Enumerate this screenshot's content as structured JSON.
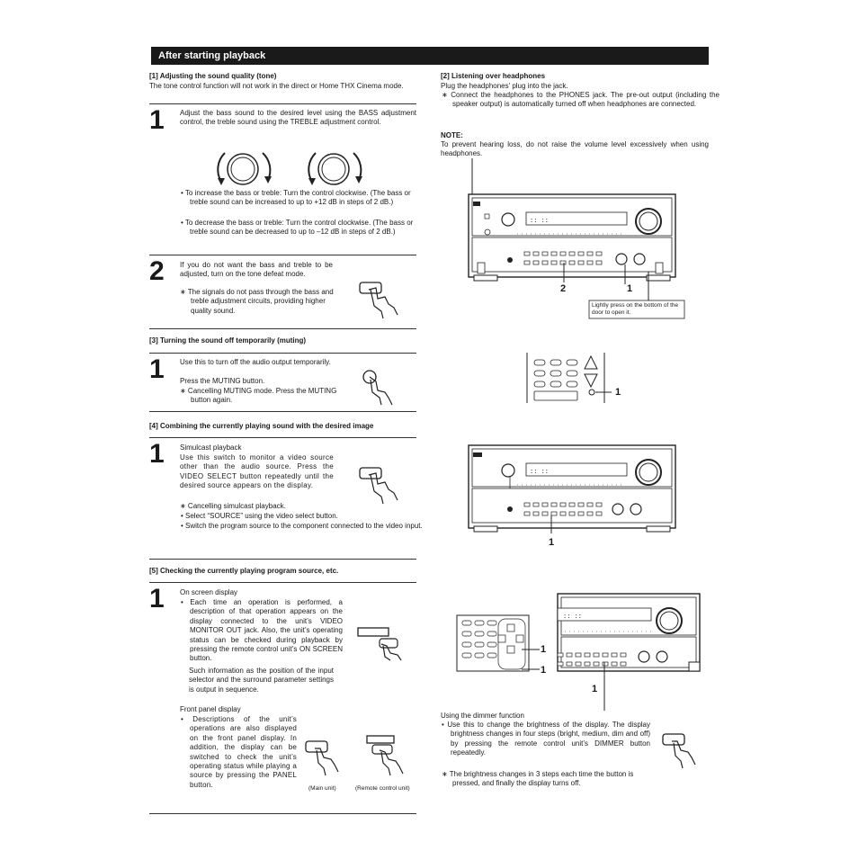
{
  "header": {
    "title": "After starting playback"
  },
  "s1": {
    "heading": "[1]  Adjusting the sound quality (tone)",
    "note": "The tone control function will not work in the direct or Home THX Cinema mode.",
    "step1": {
      "num": "1",
      "text": "Adjust the bass sound to the desired level using the BASS adjustment control, the treble sound using the TREBLE adjustment control.",
      "bullet1": "•  To increase the bass or treble: Turn the control clockwise. (The bass or treble sound can be increased to up to +12 dB in steps of 2 dB.)",
      "bullet2": "•  To decrease the bass or treble: Turn the control clockwise. (The bass or treble sound can be decreased to up to –12 dB in steps of 2 dB.)"
    },
    "step2": {
      "num": "2",
      "text": "If you do not want the bass and treble to be adjusted, turn on the tone defeat mode.",
      "note": "∗  The signals do not pass through the bass and treble adjustment circuits, providing higher quality sound."
    }
  },
  "s3": {
    "heading": "[3]  Turning the sound off temporarily (muting)",
    "num": "1",
    "text": "Use this to turn off the audio output temporarily.",
    "text2": "Press the MUTING button.",
    "note": "∗  Cancelling MUTING mode. Press the MUTING button again."
  },
  "s4": {
    "heading": "[4]  Combining the currently playing sound with the desired image",
    "num": "1",
    "title": "Simulcast playback",
    "text": "Use this switch to monitor a video source other than the audio source. Press the VIDEO SELECT button repeatedly until the desired source appears on the display.",
    "note": "∗  Cancelling simulcast playback.",
    "bullet1": "•  Select “SOURCE” using the video select button.",
    "bullet2": "•  Switch the program source to the component connected to the video input."
  },
  "s5": {
    "heading": "[5]  Checking the currently playing program source, etc.",
    "num": "1",
    "title1": "On screen display",
    "bullet1": "•  Each time an operation is performed, a description of that operation appears on the display connected to the unit’s VIDEO MONITOR OUT jack. Also, the unit’s operating status can be checked during playback by pressing the remote control unit’s ON SCREEN button.",
    "text1b": "Such information as the position of the input selector and the surround parameter settings is output in sequence.",
    "title2": "Front panel display",
    "bullet2": "•  Descriptions of the unit’s operations are also displayed on the front panel display. In addition, the display can be switched to check the unit’s operating status while playing a source by pressing the PANEL button.",
    "cap_main": "(Main unit)",
    "cap_remote": "(Remote control unit)"
  },
  "s2": {
    "heading": "[2]  Listening over headphones",
    "text": "Plug the headphones’ plug into the jack.",
    "note": "∗  Connect the headphones to the PHONES jack. The pre-out output (including the speaker output) is automatically turned off when headphones are connected.",
    "note_title": "NOTE:",
    "note_text": "To prevent hearing loss, do not raise the volume level excessively when using headphones.",
    "callout": "Lightly press on the bottom of the door to open it.",
    "label2": "2",
    "label1": "1"
  },
  "right": {
    "remote_label": "1",
    "unit2_label": "1",
    "unit3_label_a": "1",
    "unit3_label_b": "1",
    "unit3_label_c": "1",
    "dimmer_title": "Using the dimmer function",
    "dimmer_bullet": "•  Use this to change the brightness of the display. The display brightness changes in four steps (bright, medium, dim and off) by pressing the remote control unit’s DIMMER button repeatedly.",
    "dimmer_note": "∗  The brightness changes in 3 steps each time the button is pressed, and finally the display turns off."
  }
}
